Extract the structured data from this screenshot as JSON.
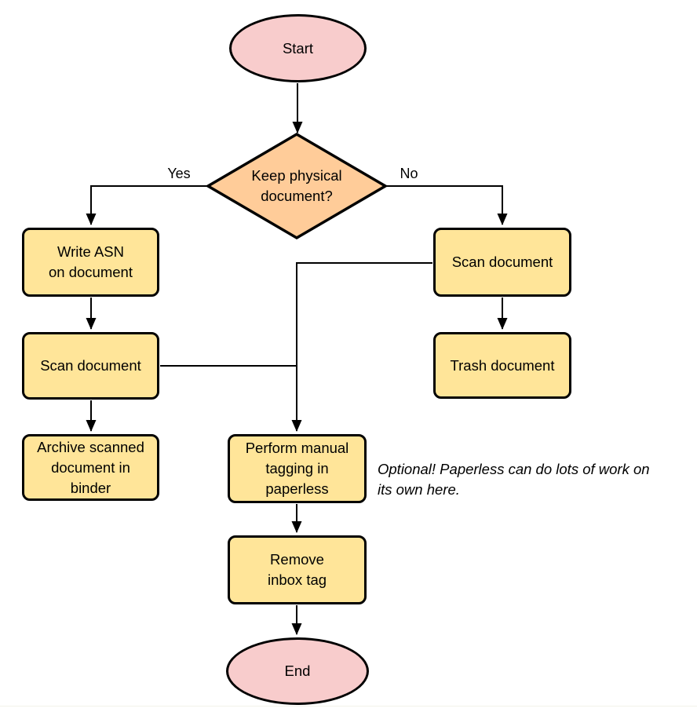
{
  "colors": {
    "terminal_fill": "#f8cccc",
    "decision_fill": "#ffcc99",
    "process_fill": "#ffe599",
    "stroke": "#000000"
  },
  "nodes": {
    "start": {
      "label": "Start"
    },
    "decision": {
      "lines": [
        "Keep physical",
        "document?"
      ]
    },
    "write_asn": {
      "lines": [
        "Write ASN",
        "on document"
      ]
    },
    "scan_left": {
      "label": "Scan document"
    },
    "archive": {
      "lines": [
        "Archive scanned",
        "document in",
        "binder"
      ]
    },
    "scan_right": {
      "label": "Scan document"
    },
    "trash": {
      "label": "Trash document"
    },
    "tagging": {
      "lines": [
        "Perform manual",
        "tagging in",
        "paperless"
      ]
    },
    "remove_inbox": {
      "lines": [
        "Remove",
        "inbox tag"
      ]
    },
    "end": {
      "label": "End"
    }
  },
  "edge_labels": {
    "yes": "Yes",
    "no": "No"
  },
  "annotation": {
    "lines": [
      "Optional! Paperless can do lots of work on",
      "its own here."
    ]
  },
  "edges": [
    {
      "from": "start",
      "to": "decision",
      "label": ""
    },
    {
      "from": "decision",
      "to": "write_asn",
      "label": "Yes"
    },
    {
      "from": "decision",
      "to": "scan_right",
      "label": "No"
    },
    {
      "from": "write_asn",
      "to": "scan_left",
      "label": ""
    },
    {
      "from": "scan_left",
      "to": "archive",
      "label": ""
    },
    {
      "from": "scan_left",
      "to": "tagging",
      "label": ""
    },
    {
      "from": "scan_right",
      "to": "trash",
      "label": ""
    },
    {
      "from": "scan_right",
      "to": "tagging",
      "label": ""
    },
    {
      "from": "tagging",
      "to": "remove_inbox",
      "label": ""
    },
    {
      "from": "remove_inbox",
      "to": "end",
      "label": ""
    }
  ]
}
